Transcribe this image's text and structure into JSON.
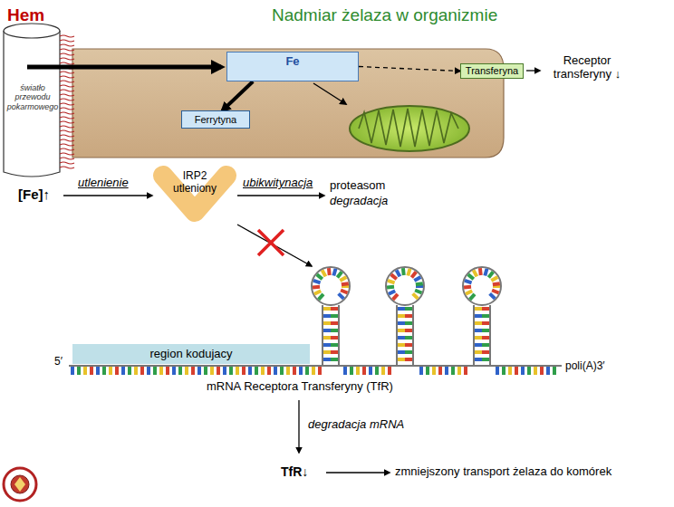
{
  "diagram": {
    "title": "Nadmiar żelaza w organizmie",
    "nodes": [
      {
        "text": [
          "Fe"
        ]
      },
      {
        "text": [
          "Ferrytyna"
        ]
      },
      {
        "text": [
          "Transferyna"
        ]
      },
      {
        "text": [
          "IRP2 utleniony"
        ]
      },
      {
        "text": [
          "region kodujacy"
        ]
      }
    ],
    "edges": [
      {
        "from": 0,
        "to": 1,
        "arrow": "to"
      },
      {
        "from": 0,
        "to": 2,
        "arrow": "to"
      }
    ],
    "labels": [
      "Hem",
      "światło przewodu pokarmowego",
      "Receptor transferyny ↓",
      "[Fe]↑",
      "utlenienie",
      "ubikwitynacja",
      "proteasom",
      "degradacja",
      "5′",
      "poli(A)3′",
      "mRNA Receptora Transferyny (TfR)",
      "degradacja mRNA",
      "TfR↓",
      "zmniejszony transport żelaza do komórek"
    ]
  }
}
